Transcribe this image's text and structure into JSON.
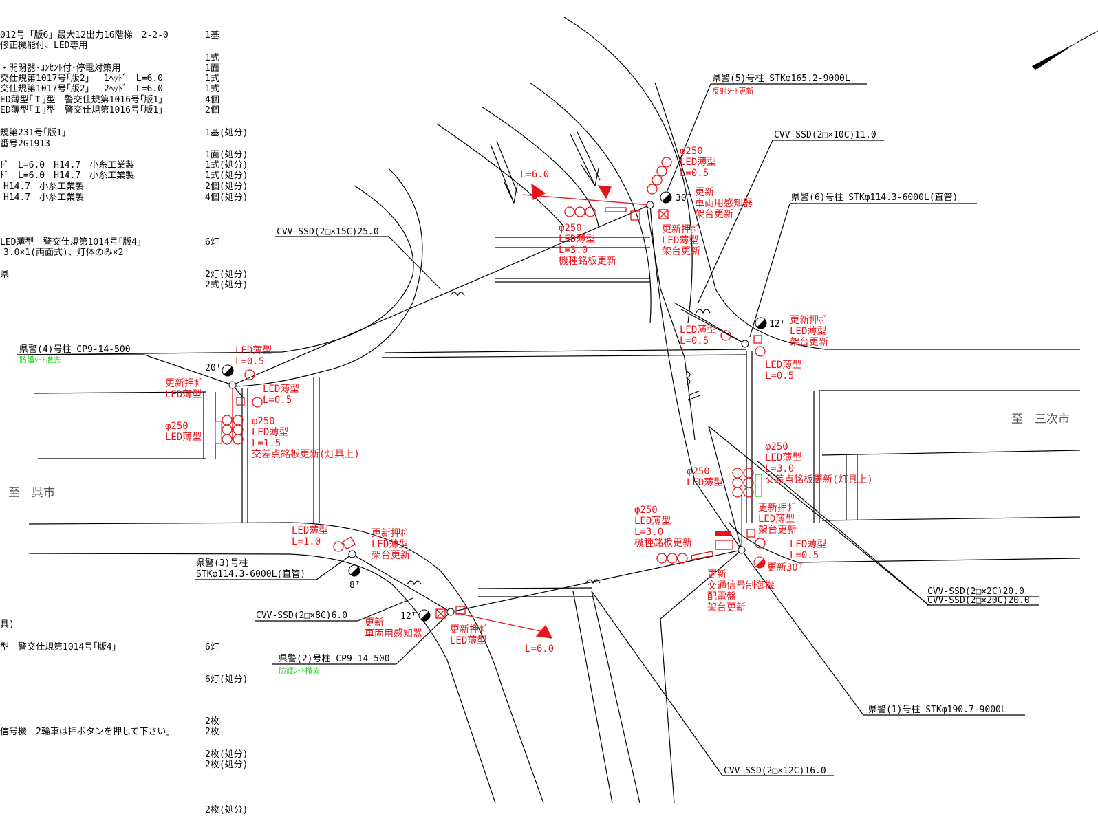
{
  "table": {
    "rows": [
      {
        "desc": "012号「版6」最大12出力16階梯　2-2-0",
        "qty": "1基"
      },
      {
        "desc": "修正機能付、LED専用",
        "qty": ""
      },
      {
        "desc": "",
        "qty": "1式"
      },
      {
        "desc": "・開閉器･ｺﾝｾﾝﾄ付･停電対策用",
        "qty": "1面"
      },
      {
        "desc": "交仕規第1017号｢版2｣　 1ﾍｯﾄﾞ　L=6.0",
        "qty": "1式"
      },
      {
        "desc": "交仕規第1017号｢版2｣　 2ﾍｯﾄﾞ　L=6.0",
        "qty": "1式"
      },
      {
        "desc": "ED薄型｢Ｉ｣型　警交仕規第1016号｢版1｣",
        "qty": "4個"
      },
      {
        "desc": "ED薄型｢Ｉ｣型　警交仕規第1016号｢版1｣",
        "qty": "2個"
      },
      {
        "desc": "規第231号｢版1｣",
        "qty": "1基(処分)"
      },
      {
        "desc": "番号2G1913",
        "qty": ""
      },
      {
        "desc": "",
        "qty": "1面(処分)"
      },
      {
        "desc": "ﾄﾞ　L=6.0　H14.7　小糸工業製",
        "qty": "1式(処分)"
      },
      {
        "desc": "ﾄﾞ　L=6.0　H14.7　小糸工業製",
        "qty": "1式(処分)"
      },
      {
        "desc": "H14.7　小糸工業製",
        "qty": "2個(処分)"
      },
      {
        "desc": "H14.7　小糸工業製",
        "qty": "4個(処分)"
      },
      {
        "desc": "LED薄型　警交仕規第1014号｢版4｣",
        "qty": "6灯"
      },
      {
        "desc": "3.0×1(両面式)、灯体のみ×2",
        "qty": ""
      },
      {
        "desc": "県",
        "qty": "2灯(処分)"
      },
      {
        "desc": "",
        "qty": "2式(処分)"
      },
      {
        "desc": "具)",
        "qty": ""
      },
      {
        "desc": "型　警交仕規第1014号｢版4｣",
        "qty": "6灯"
      },
      {
        "desc": "",
        "qty": "6灯(処分)"
      },
      {
        "desc": "",
        "qty": "2枚"
      },
      {
        "desc": "信号機　2輪車は押ボタンを押して下さい」",
        "qty": "2枚"
      },
      {
        "desc": "",
        "qty": "2枚(処分)"
      },
      {
        "desc": "",
        "qty": "2枚(処分)"
      },
      {
        "desc": "",
        "qty": "2枚(処分)"
      }
    ]
  },
  "directions": {
    "east": "至　三次市",
    "west": "至　呉市"
  },
  "poles": {
    "p5": {
      "label": "県警(5)号柱 STKφ165.2-9000L",
      "note": "反射ｼｰﾄ更新"
    },
    "p6": {
      "label": "県警(6)号柱 STKφ114.3-6000L(直管)"
    },
    "p4": {
      "label": "県警(4)号柱 CP9-14-500",
      "note": "防護ｼｰﾄ撤去"
    },
    "p3": {
      "label1": "県警(3)号柱",
      "label2": "STKφ114.3-6000L(直管)"
    },
    "p2": {
      "label": "県警(2)号柱 CP9-14-500",
      "note": "防護ｼｰﾄ撤去"
    },
    "p1": {
      "label": "県警(1)号柱 STKφ190.7-9000L"
    }
  },
  "cables": {
    "c1": "CVV-SSD(2□×10C)11.0",
    "c2": "CVV-SSD(2□×15C)25.0",
    "c3": "CVV-SSD(2□×8C)6.0",
    "c4a": "CVV-SSD(2□×2C)20.0",
    "c4b": "CVV-SSD(2□×20C)20.0",
    "c5": "CVV-SSD(2□×12C)16.0"
  },
  "annotations": {
    "n_arm": "L=6.0",
    "n_sig1": "φ250",
    "n_sig2": "LED薄型",
    "n_sig3": "L=0.5",
    "n_t30": "30ᵀ",
    "n_upd1": "更新",
    "n_upd2": "車両用感知器",
    "n_upd3": "架台更新",
    "n_pb1": "更新押ﾎﾞ",
    "n_pb2": "LED薄型",
    "n_pb3": "架台更新",
    "n_vs1": "φ250",
    "n_vs2": "LED薄型",
    "n_vs3": "L=3.0",
    "n_vs4": "機種銘板更新",
    "ne_t12": "12ᵀ",
    "ne_pb1": "更新押ﾎﾞ",
    "ne_pb2": "LED薄型",
    "ne_pb3": "架台更新",
    "ne_p1": "LED薄型",
    "ne_p2": "L=0.5",
    "ne_p3": "LED薄型",
    "ne_p4": "L=0.5",
    "w_t20": "20ᵀ",
    "w_l1": "LED薄型",
    "w_l2": "L=0.5",
    "w_pb1": "更新押ﾎﾞ",
    "w_pb2": "LED薄型",
    "w_l3": "LED薄型",
    "w_l4": "L=0.5",
    "w_s1": "φ250",
    "w_s2": "LED薄型",
    "w_r1": "φ250",
    "w_r2": "LED薄型",
    "w_r3": "L=1.5",
    "w_r4": "交差点銘板更新(灯具上)",
    "e_s1": "φ250",
    "e_s2": "LED薄型",
    "e_s3": "L=3.0",
    "e_s4": "交差点銘板更新(灯具上)",
    "e_p1": "φ250",
    "e_p2": "LED薄型",
    "e_pb1": "更新押ﾎﾞ",
    "e_pb2": "LED薄型",
    "e_pb3": "架台更新",
    "se_s1": "φ250",
    "se_s2": "LED薄型",
    "se_s3": "L=3.0",
    "se_s4": "機種銘板更新",
    "se_p1": "LED薄型",
    "se_p2": "L=0.5",
    "se_t30": "更新30ᵀ",
    "se_c1": "更新",
    "se_c2": "交通信号制御機",
    "se_c3": "配電盤",
    "se_c4": "架台更新",
    "sw_l1": "LED薄型",
    "sw_l2": "L=1.0",
    "sw_pb1": "更新押ﾎﾞ",
    "sw_pb2": "LED薄型",
    "sw_pb3": "架台更新",
    "sw_t8": "8ᵀ",
    "s_t12": "12ᵀ",
    "s_u1": "更新",
    "s_u2": "車両用感知器",
    "s_pb1": "更新押ﾎﾞ",
    "s_pb2": "LED薄型",
    "s_arm": "L=6.0"
  },
  "colors": {
    "line": "#000000",
    "update": "#e8141b",
    "remove": "#18d018",
    "direction": "#555555"
  }
}
